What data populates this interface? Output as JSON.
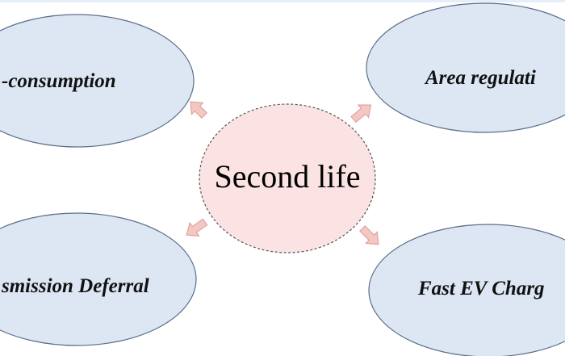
{
  "center": {
    "label": "Second life"
  },
  "uses": [
    {
      "id": "self-consumption",
      "label": "-consumption"
    },
    {
      "id": "area-regulation",
      "label": "Area regulati"
    },
    {
      "id": "transmission-deferral",
      "label": "smission Deferral"
    },
    {
      "id": "fast-ev-charging",
      "label": "Fast EV Charg"
    }
  ],
  "colors": {
    "page_background": "#ffffff",
    "top_band": "#e6eef7",
    "outer_fill": "#dce7f3",
    "outer_stroke": "#5b6f89",
    "center_fill": "#fbe3e3",
    "center_stroke": "#555555",
    "arrow_fill": "#f4c7c3",
    "arrow_stroke": "#d99a96"
  }
}
